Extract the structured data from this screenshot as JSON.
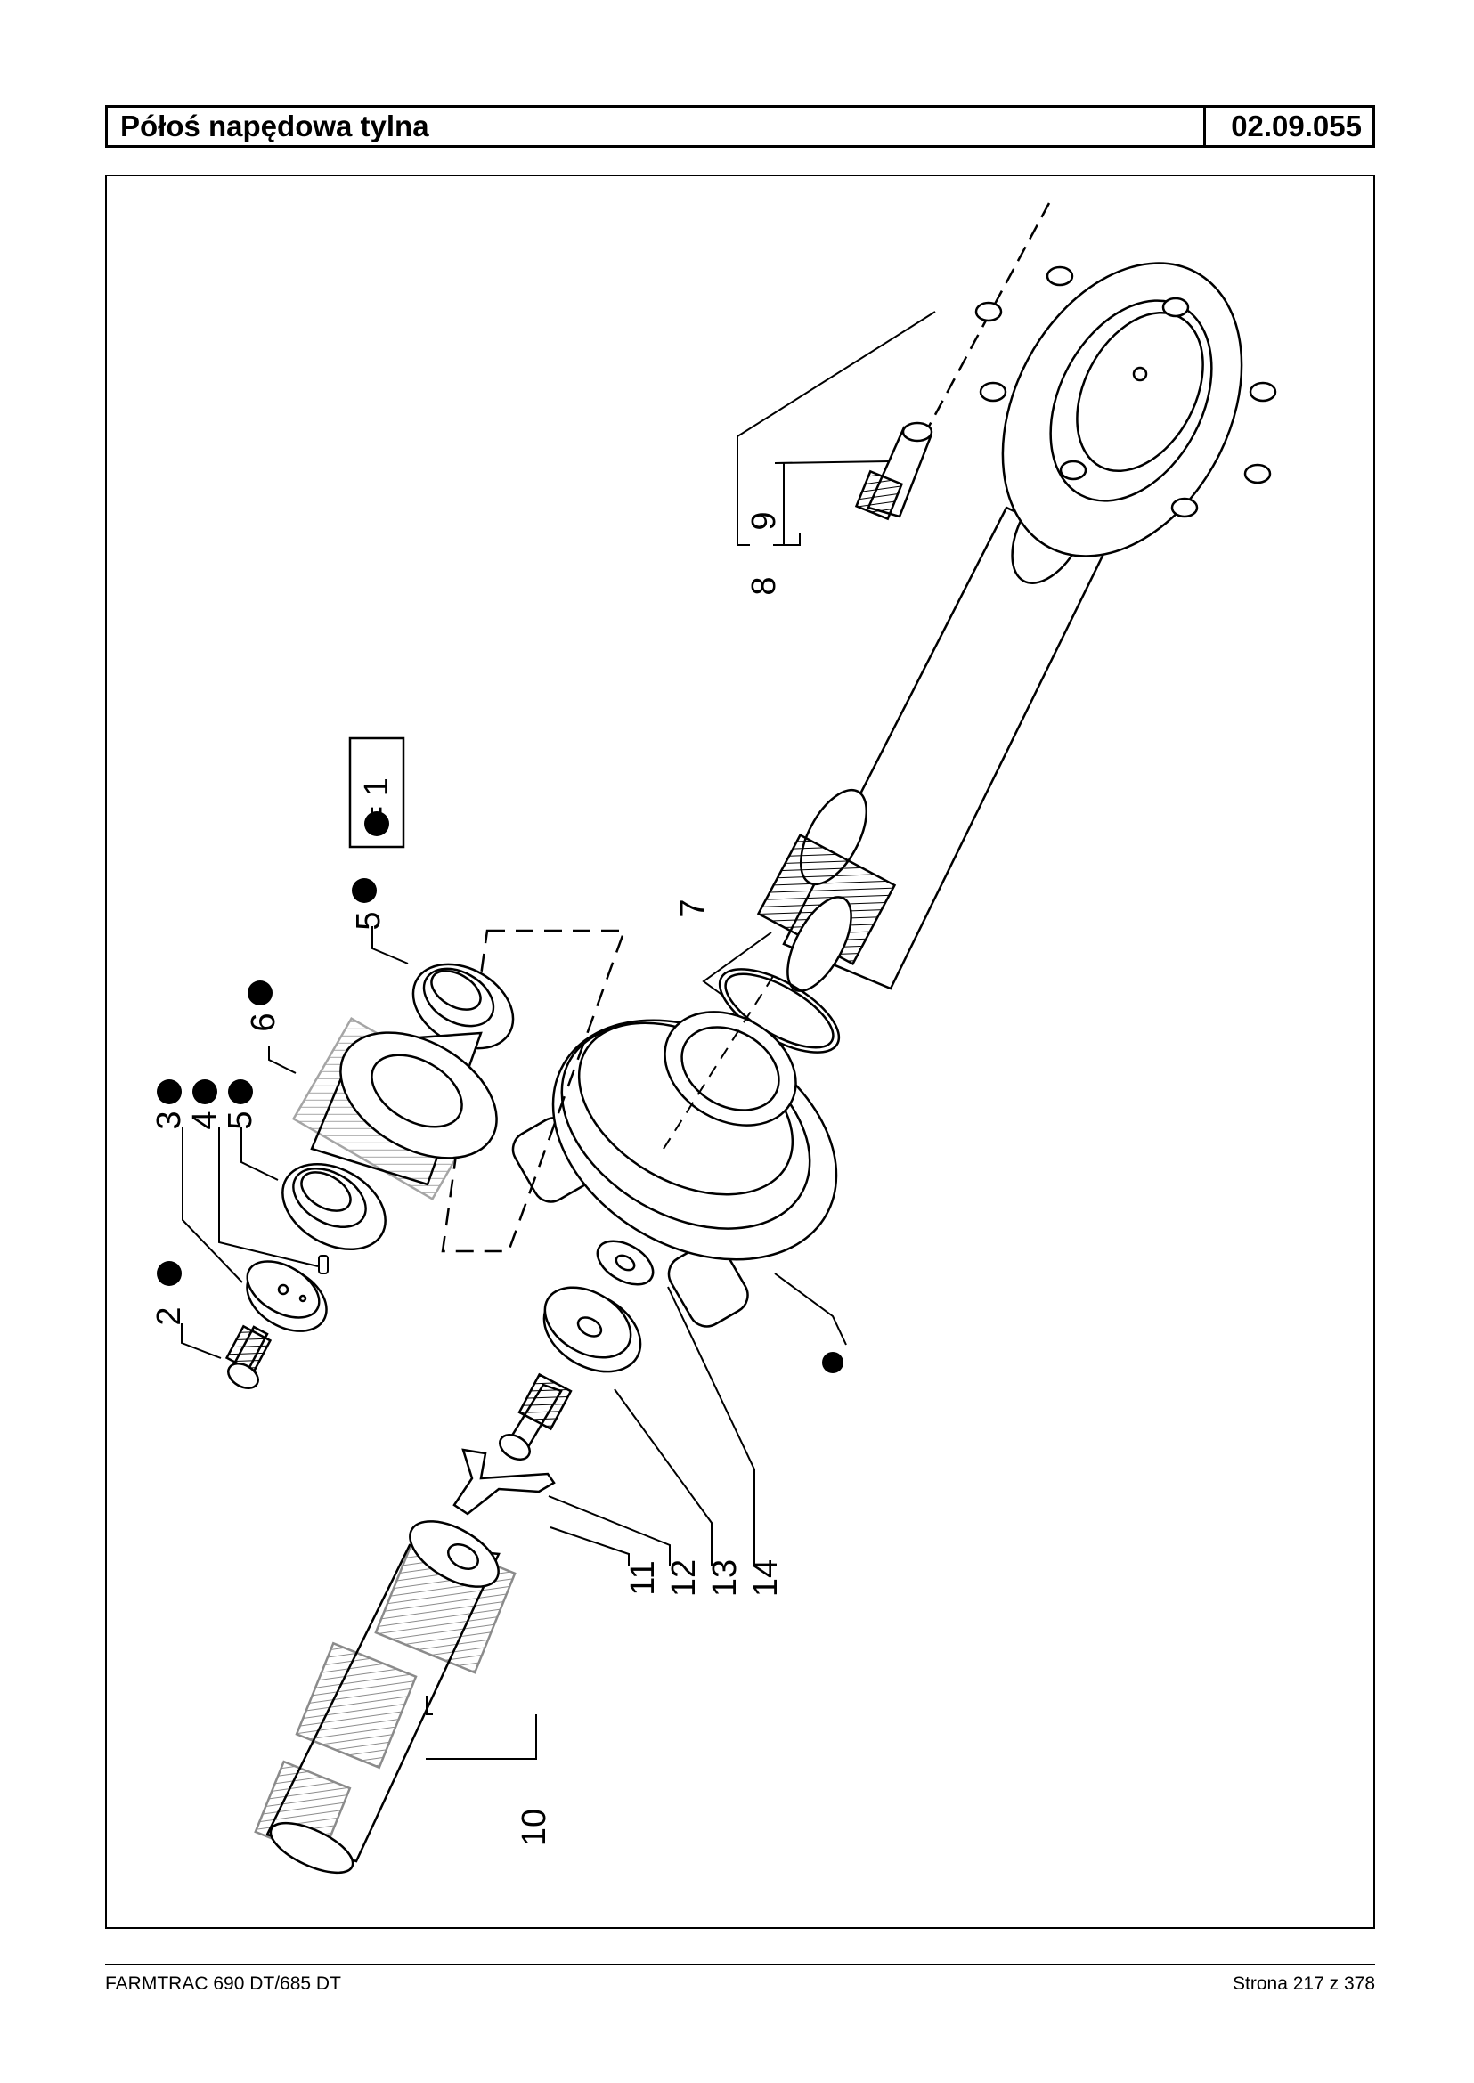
{
  "header": {
    "title": "Półoś napędowa tylna",
    "code": "02.09.055"
  },
  "legend": {
    "text": "= 1"
  },
  "callouts": [
    "2",
    "3",
    "4",
    "5",
    "5",
    "6",
    "7",
    "8",
    "9",
    "10",
    "11",
    "12",
    "13",
    "14"
  ],
  "footer": {
    "model": "FARMTRAC 690 DT/685 DT",
    "page": "Strona 217 z 378"
  }
}
